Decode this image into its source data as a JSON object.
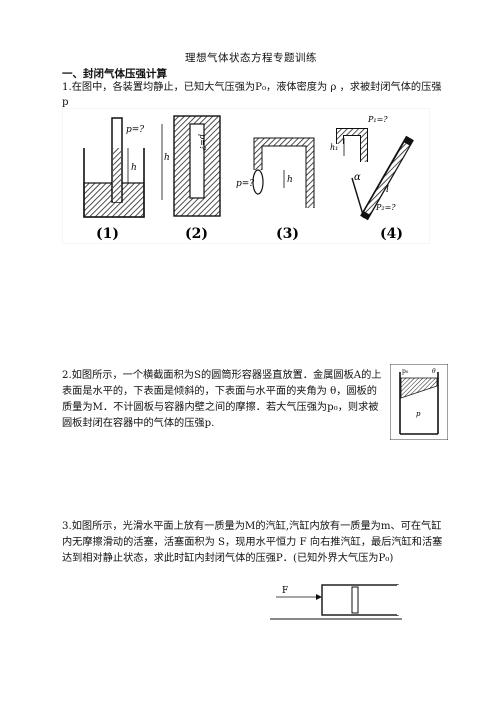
{
  "title": "理想气体状态方程专题训练",
  "section1": "一、封闭气体压强计算",
  "q1": "1.在图中，各装置均静止，已知大气压强为P₀，液体密度为 ρ ，求被封闭气体的压强p",
  "q2": "2.如图所示，一个横截面积为S的圆筒形容器竖直放置．金属圆板A的上表面是水平的，下表面是倾斜的，下表面与水平面的夹角为 θ，圆板的质量为M．不计圆板与容器内壁之间的摩擦．若大气压强为p₀，则求被圆板封闭在容器中的气体的压强p.",
  "q3": "3.如图所示，光滑水平面上放有一质量为M的汽缸,汽缸内放有一质量为m、可在气缸内无摩擦滑动的活塞，活塞面积为 S，现用水平恒力 F 向右推汽缸，最后汽缸和活塞达到相对静止状态，求此时缸内封闭气体的压强P．(已知外界大气压为P₀)",
  "fig1": {
    "labels": {
      "p_q": "p=?",
      "h": "h",
      "p_q_vertical": "p=?",
      "p1": "P₁=?",
      "h1": "h₁",
      "alpha": "α",
      "p2": "P₂=?",
      "l": "l"
    },
    "captions": [
      "(1)",
      "(2)",
      "(3)",
      "(4)"
    ]
  },
  "fig2": {
    "p0": "p₀",
    "theta": "θ",
    "p": "p"
  },
  "fig3": {
    "force": "F"
  }
}
